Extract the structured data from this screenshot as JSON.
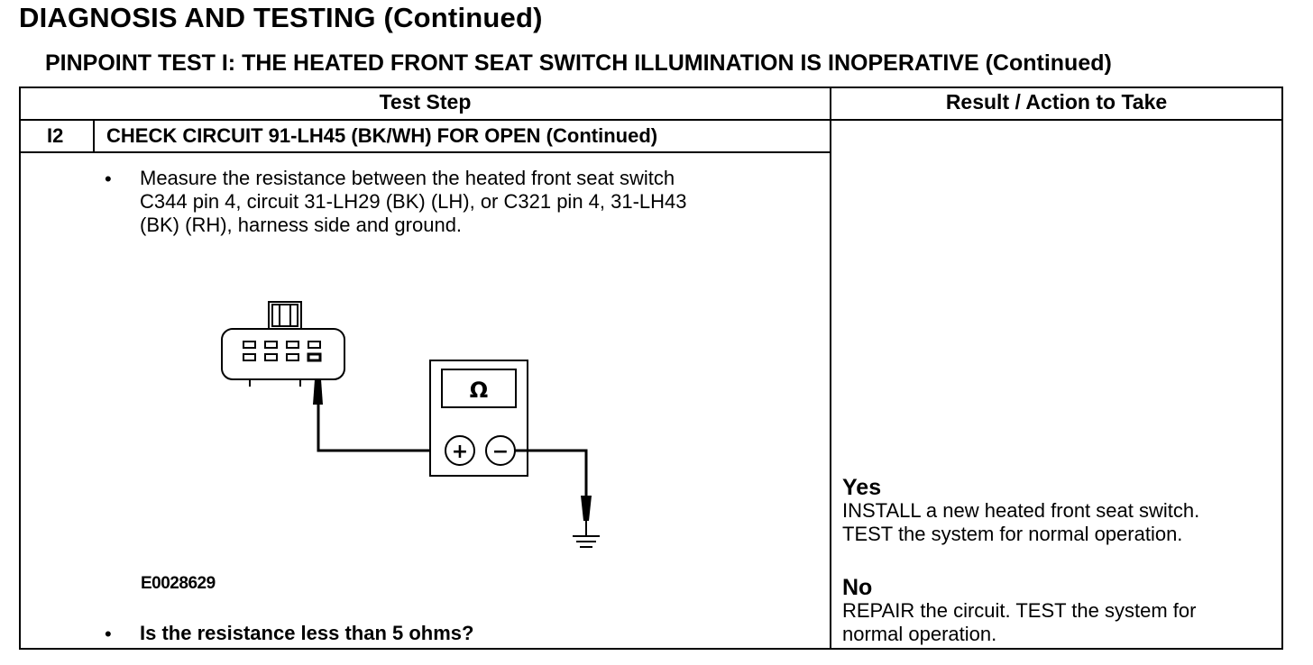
{
  "page_title": "DIAGNOSIS AND TESTING (Continued)",
  "section_title": "PINPOINT TEST I: THE HEATED FRONT SEAT SWITCH ILLUMINATION IS INOPERATIVE (Continued)",
  "table": {
    "headers": {
      "test_step": "Test Step",
      "result": "Result / Action to Take"
    },
    "step": {
      "id": "I2",
      "title": "CHECK CIRCUIT 91-LH45 (BK/WH) FOR OPEN (Continued)",
      "bullet": "•",
      "instruction_lines": [
        "Measure the resistance between the heated front seat switch",
        "C344 pin 4, circuit 31-LH29 (BK) (LH), or C321 pin 4, 31-LH43",
        "(BK) (RH), harness side and ground."
      ],
      "figure": {
        "id": "E0028629",
        "meter_symbol": "Ω",
        "plus_symbol": "+",
        "minus_symbol": "−"
      },
      "question": "Is the resistance less than 5 ohms?"
    },
    "results": {
      "yes": {
        "label": "Yes",
        "lines": [
          "INSTALL a new heated front seat switch.",
          "TEST the system for normal operation."
        ]
      },
      "no": {
        "label": "No",
        "lines": [
          "REPAIR the circuit. TEST the system for",
          "normal operation."
        ]
      }
    }
  }
}
